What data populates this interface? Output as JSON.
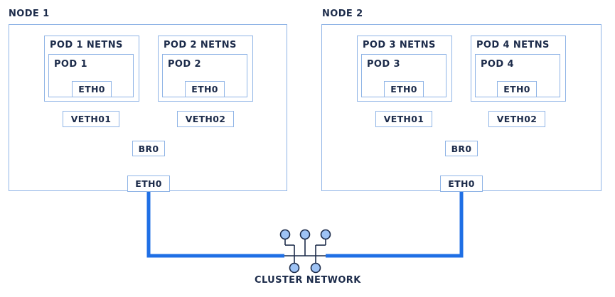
{
  "nodes": [
    {
      "label": "NODE 1",
      "netns": [
        "POD 1 NETNS",
        "POD 2 NETNS"
      ],
      "pods": [
        "POD 1",
        "POD 2"
      ],
      "pod_eth": [
        "ETH0",
        "ETH0"
      ],
      "veths": [
        "VETH01",
        "VETH02"
      ],
      "bridge": "BR0",
      "eth": "ETH0"
    },
    {
      "label": "NODE 2",
      "netns": [
        "POD 3 NETNS",
        "POD 4 NETNS"
      ],
      "pods": [
        "POD 3",
        "POD 4"
      ],
      "pod_eth": [
        "ETH0",
        "ETH0"
      ],
      "veths": [
        "VETH01",
        "VETH02"
      ],
      "bridge": "BR0",
      "eth": "ETH0"
    }
  ],
  "cluster": {
    "label": "CLUSTER NETWORK"
  },
  "colors": {
    "wire": "#1f6fe5",
    "border": "#8fb4e6",
    "text": "#1c2b4a",
    "hub_fill": "#9ec3f5"
  }
}
